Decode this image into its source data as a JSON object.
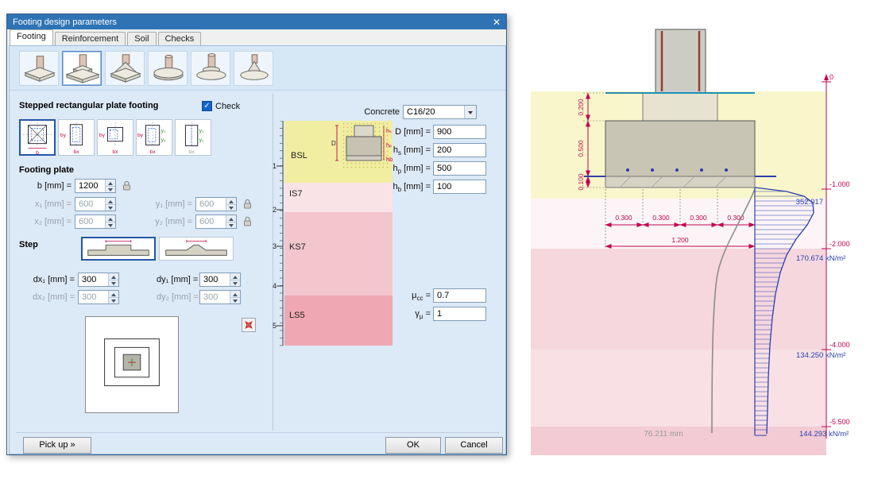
{
  "window": {
    "title": "Footing design parameters",
    "close": "✕"
  },
  "tabs": [
    {
      "label": "Footing",
      "active": true
    },
    {
      "label": "Reinforcement",
      "active": false
    },
    {
      "label": "Soil",
      "active": false
    },
    {
      "label": "Checks",
      "active": false
    }
  ],
  "footing_types": [
    {
      "name": "pad-footing"
    },
    {
      "name": "stepped-footing",
      "selected": true
    },
    {
      "name": "sloped-footing"
    },
    {
      "name": "circular-pad-footing"
    },
    {
      "name": "circular-stepped-footing"
    },
    {
      "name": "circular-sloped-footing"
    }
  ],
  "section": {
    "title": "Stepped rectangular plate footing",
    "check_label": "Check",
    "check_checked": true,
    "checkmark": "✓"
  },
  "config_icons": [
    {
      "name": "plan-symmetric-b",
      "bottom": "b",
      "left": "",
      "r1": "",
      "r2": "",
      "selected": true
    },
    {
      "name": "plan-by-bx",
      "bottom": "bx",
      "left": "by",
      "r1": "",
      "r2": ""
    },
    {
      "name": "plan-by-bx-offset",
      "bottom": "bx",
      "left": "by",
      "r1": "",
      "r2": ""
    },
    {
      "name": "plan-bx-by-y1-y2",
      "bottom": "bx",
      "left": "by",
      "r1": "y₁",
      "r2": "y₂"
    },
    {
      "name": "plan-y1-y2",
      "bottom": "bx",
      "left": "",
      "r1": "y₁",
      "r2": "y₂"
    }
  ],
  "footing_plate": {
    "title": "Footing plate",
    "b": {
      "label": "b [mm] =",
      "value": "1200"
    },
    "x1": {
      "label": "x₁ [mm] =",
      "value": "600"
    },
    "y1": {
      "label": "y₁ [mm] =",
      "value": "600"
    },
    "x2": {
      "label": "x₂ [mm] =",
      "value": "600"
    },
    "y2": {
      "label": "y₂ [mm] =",
      "value": "600"
    }
  },
  "step": {
    "title": "Step",
    "dx1": {
      "label": "dx₁ [mm] =",
      "value": "300"
    },
    "dy1": {
      "label": "dy₁ [mm] =",
      "value": "300"
    },
    "dx2": {
      "label": "dx₂ [mm] =",
      "value": "300"
    },
    "dy2": {
      "label": "dy₂ [mm] =",
      "value": "300"
    }
  },
  "soil_profile": {
    "ruler_marks": [
      "1",
      "2",
      "3",
      "4",
      "5"
    ],
    "layers": [
      {
        "name": "BSL",
        "color": "#f1eea2"
      },
      {
        "name": "IS7",
        "color": "#f9e3e7"
      },
      {
        "name": "KS7",
        "color": "#f3c5cd"
      },
      {
        "name": "LS5",
        "color": "#efa8b3"
      }
    ],
    "sketch": {
      "D": "D",
      "hs": "hₛ",
      "hp": "hₚ",
      "hb": "hb"
    }
  },
  "materials": {
    "concrete_label": "Concrete",
    "concrete_value": "C16/20",
    "fields": [
      {
        "pre": "D",
        "sub": "",
        "post": " [mm] =",
        "value": "900"
      },
      {
        "pre": "h",
        "sub": "s",
        "post": " [mm] =",
        "value": "200"
      },
      {
        "pre": "h",
        "sub": "p",
        "post": " [mm] =",
        "value": "500"
      },
      {
        "pre": "h",
        "sub": "b",
        "post": " [mm] =",
        "value": "100"
      }
    ],
    "coeffs": [
      {
        "pre": "μ",
        "sub": "cc",
        "post": " =",
        "value": "0.7"
      },
      {
        "pre": "γ",
        "sub": "μ",
        "post": " =",
        "value": "1"
      }
    ]
  },
  "footer": {
    "pickup": "Pick up",
    "pickup_arrows": "»",
    "ok": "OK",
    "cancel": "Cancel"
  },
  "drawing": {
    "dims_left": [
      "0.200",
      "0.500",
      "0.100"
    ],
    "dims_bottom": [
      "0.300",
      "0.300",
      "0.300",
      "0.300"
    ],
    "dim_total": "1.200",
    "depth_labels": [
      "0",
      "-1.000",
      "-2.000",
      "-4.000",
      "-5.500"
    ],
    "stress_values": {
      "top": "352.017",
      "v1": "170.674 kN/m²",
      "v2": "134.250 kN/m²",
      "v3": "144.293 kN/m²"
    },
    "settlement_label": "76.211 mm",
    "colors": {
      "dimension": "#c2054f",
      "stress": "#2a3fae",
      "settlement": "#8c8c8c",
      "layer_colors": [
        "#f9f6cb",
        "#fcf4f6",
        "#f6d7de",
        "#f8e0e5",
        "#f3cbd4"
      ]
    }
  }
}
